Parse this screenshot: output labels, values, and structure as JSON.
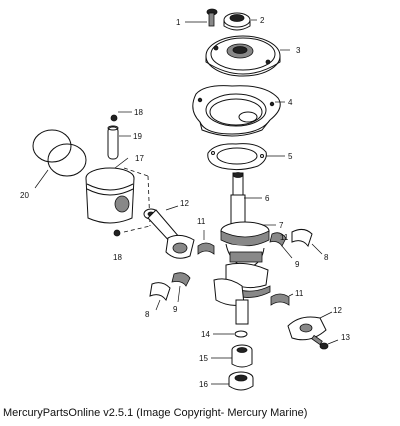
{
  "caption": "MercuryPartsOnline v2.5.1 (Image Copyright- Mercury Marine)",
  "callouts": {
    "c1": "1",
    "c2": "2",
    "c3": "3",
    "c4": "4",
    "c5": "5",
    "c6": "6",
    "c7": "7",
    "c8a": "8",
    "c8b": "8",
    "c9a": "9",
    "c9b": "9",
    "c11a": "11",
    "c11b": "11",
    "c11c": "11",
    "c12a": "12",
    "c12b": "12",
    "c13": "13",
    "c14": "14",
    "c15": "15",
    "c16": "16",
    "c17": "17",
    "c18a": "18",
    "c18b": "18",
    "c19": "19",
    "c20": "20"
  }
}
